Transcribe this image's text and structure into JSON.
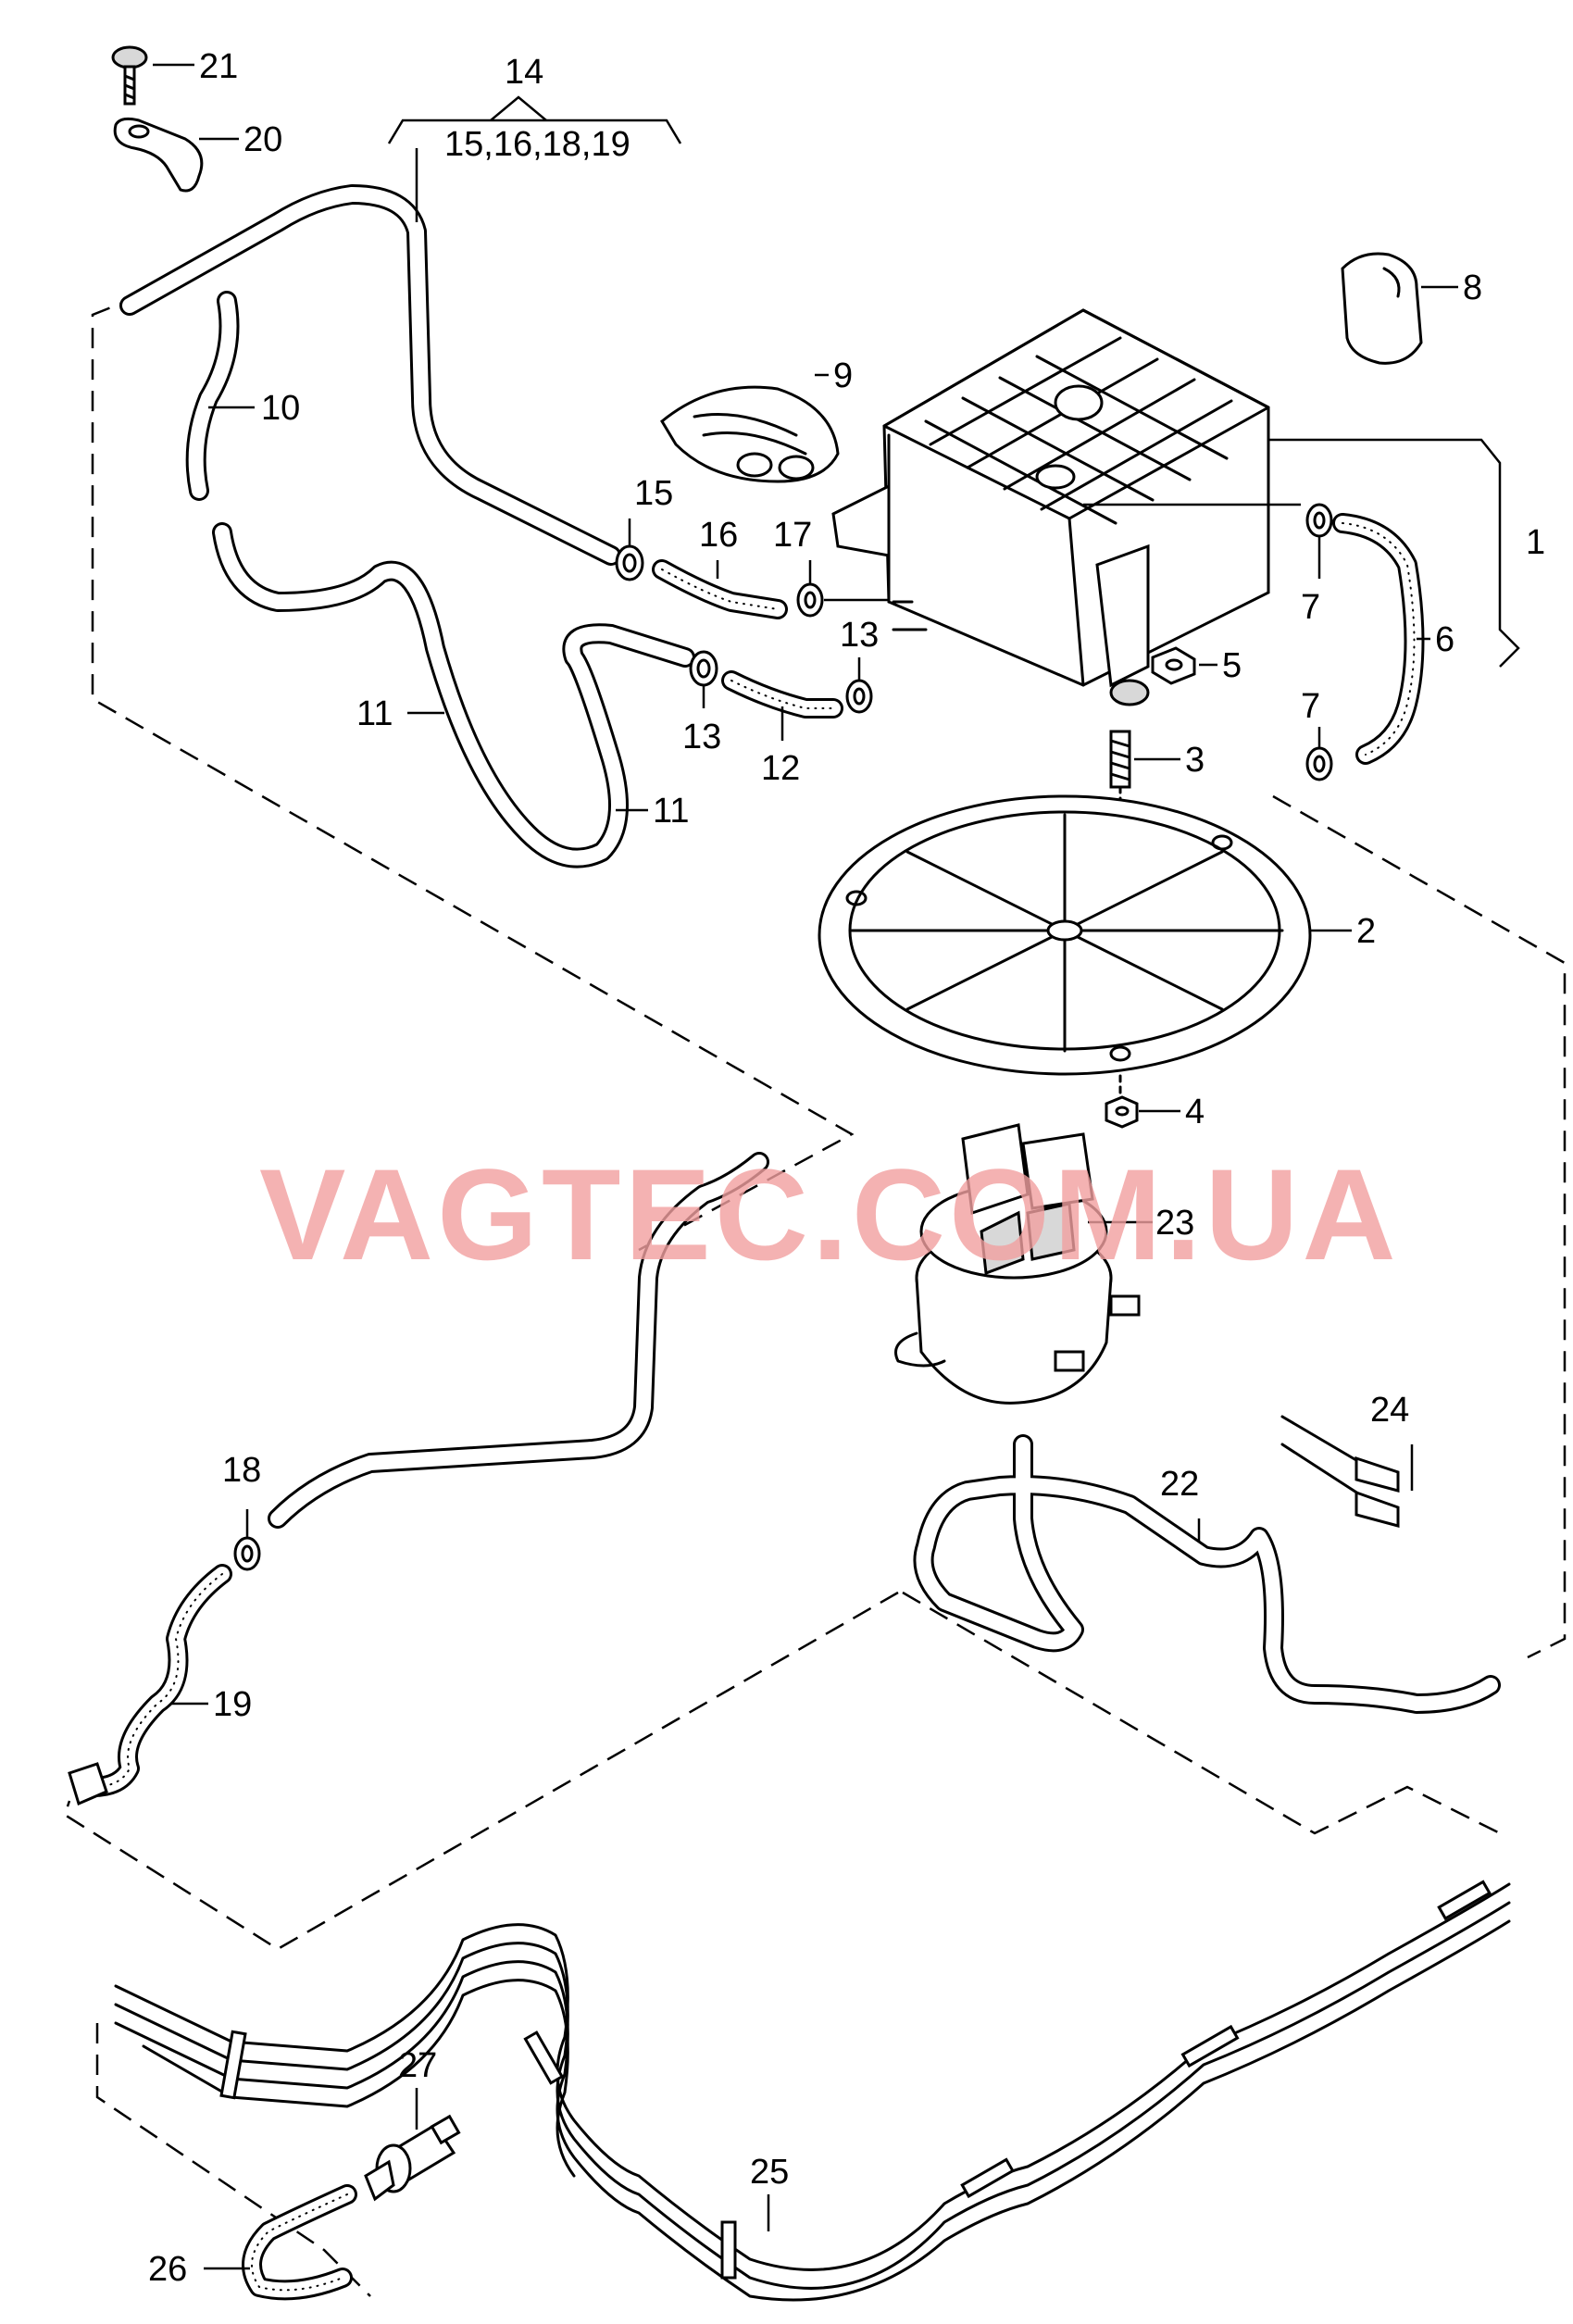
{
  "watermark": "VAGTEC.COM.UA",
  "callouts": {
    "c1": "1",
    "c2": "2",
    "c3": "3",
    "c4": "4",
    "c5": "5",
    "c6": "6",
    "c7a": "7",
    "c7b": "7",
    "c8": "8",
    "c9": "9",
    "c10": "10",
    "c11a": "11",
    "c11b": "11",
    "c12": "12",
    "c13a": "13",
    "c13b": "13",
    "c14": "14",
    "c14sub": "15,16,18,19",
    "c15": "15",
    "c16": "16",
    "c17": "17",
    "c18": "18",
    "c19": "19",
    "c20": "20",
    "c21": "21",
    "c22": "22",
    "c23": "23",
    "c24": "24",
    "c25": "25",
    "c26": "26",
    "c27": "27"
  }
}
